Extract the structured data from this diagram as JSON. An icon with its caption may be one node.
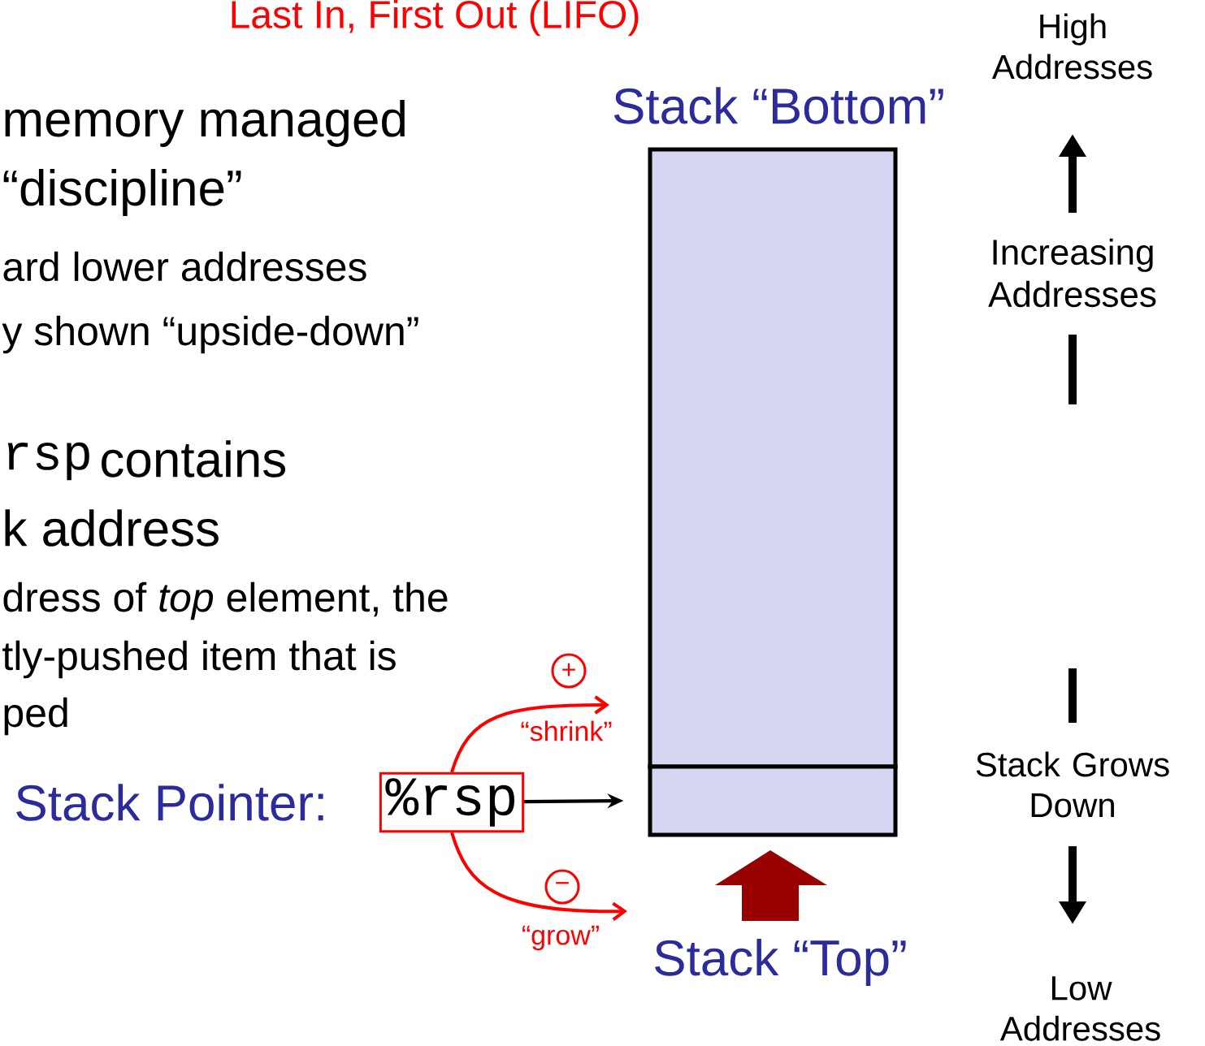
{
  "diagram": {
    "nodes": [
      {
        "text": [
          "%rsp"
        ]
      },
      {
        "text": [],
        "shape": "box"
      },
      {
        "text": [],
        "shape": "box"
      }
    ],
    "edges": [
      {
        "from": 0,
        "to": 2,
        "arrow": "to",
        "color": "#000000"
      },
      {
        "from": 0,
        "to": null,
        "arrow": "to",
        "label": "“shrink”",
        "color": "#ff0000"
      },
      {
        "from": 0,
        "to": null,
        "arrow": "to",
        "label": "“grow”",
        "color": "#ff0000"
      }
    ],
    "labels": [
      "Last In, First Out (LIFO)",
      "High Addresses",
      "Stack “Bottom”",
      "memory managed",
      "“discipline”",
      "Increasing Addresses",
      "ard lower addresses",
      "y shown “upside-down”",
      "rsp",
      "contains",
      "k address",
      "dress of *top* element, the",
      "tly-pushed item that is",
      "+",
      "ped",
      "Stack Pointer:",
      "Stack Grows Down",
      "−",
      "Stack “Top”",
      "Low Addresses"
    ]
  }
}
